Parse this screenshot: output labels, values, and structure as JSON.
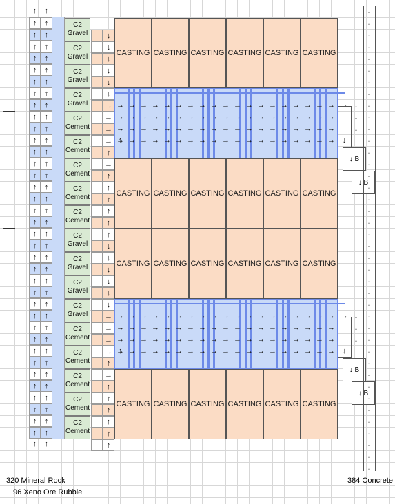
{
  "casting_label": "CASTING",
  "c2_line1": "C2",
  "c2_materials": [
    "Gravel",
    "Gravel",
    "Gravel",
    "Gravel",
    "Cement",
    "Cement",
    "Cement",
    "Cement",
    "Cement",
    "Gravel",
    "Gravel",
    "Gravel",
    "Gravel",
    "Cement",
    "Cement",
    "Cement",
    "Cement",
    "Cement"
  ],
  "arrows": {
    "up": "↑",
    "down": "↓",
    "right": "→"
  },
  "balancer_label": "↓ B",
  "inputs": {
    "mineral_rock": "320 Mineral Rock",
    "xeno_ore": "96 Xeno Ore Rubble"
  },
  "output": {
    "concrete": "384 Concrete"
  },
  "colors": {
    "casting": "#fbdcc5",
    "c2": "#d9ead3",
    "belt": "#c9daf8",
    "belt_line": "#6d8ae8",
    "grid": "#d7d7d7"
  }
}
